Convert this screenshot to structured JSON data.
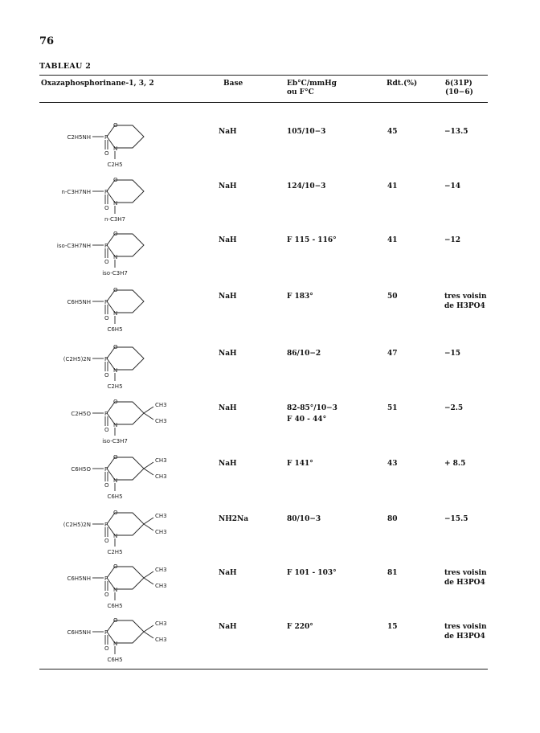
{
  "page_number": "76",
  "table_title": "TABLEAU 2",
  "headers": {
    "compound": "Oxazaphosphorinane-1, 3, 2",
    "base": "Base",
    "bp_line1": "Eb°C/mmHg",
    "bp_line2": "ou F°C",
    "yield": "Rdt.(%)",
    "shift_line1": "δ(31P)",
    "shift_line2": "(10−6)"
  },
  "rows": [
    {
      "exo": "C2H5NH",
      "n_sub": "C2H5",
      "ring_subs": [],
      "base": "NaH",
      "bp": [
        "105/10−3"
      ],
      "yield": "45",
      "shift": [
        "−13.5"
      ]
    },
    {
      "exo": "n-C3H7NH",
      "n_sub": "n-C3H7",
      "ring_subs": [],
      "base": "NaH",
      "bp": [
        "124/10−3"
      ],
      "yield": "41",
      "shift": [
        "−14"
      ]
    },
    {
      "exo": "iso-C3H7NH",
      "n_sub": "iso-C3H7",
      "ring_subs": [],
      "base": "NaH",
      "bp": [
        "F 115 - 116°"
      ],
      "yield": "41",
      "shift": [
        "−12"
      ]
    },
    {
      "exo": "C6H5NH",
      "n_sub": "C6H5",
      "ring_subs": [],
      "base": "NaH",
      "bp": [
        "F 183°"
      ],
      "yield": "50",
      "shift": [
        "tres voisin",
        "de H3PO4"
      ]
    },
    {
      "exo": "(C2H5)2N",
      "n_sub": "C2H5",
      "ring_subs": [],
      "base": "NaH",
      "bp": [
        "86/10−2"
      ],
      "yield": "47",
      "shift": [
        "−15"
      ]
    },
    {
      "exo": "C2H5O",
      "n_sub": "iso-C3H7",
      "ring_subs": [
        "CH3",
        "CH3"
      ],
      "base": "NaH",
      "bp": [
        "82-85°/10−3",
        "F 40 - 44°"
      ],
      "yield": "51",
      "shift": [
        "−2.5"
      ]
    },
    {
      "exo": "C6H5O",
      "n_sub": "C6H5",
      "ring_subs": [
        "CH3",
        "CH3"
      ],
      "base": "NaH",
      "bp": [
        "F 141°"
      ],
      "yield": "43",
      "shift": [
        "+ 8.5"
      ]
    },
    {
      "exo": "(C2H5)2N",
      "n_sub": "C2H5",
      "ring_subs": [
        "CH3",
        "CH3"
      ],
      "base": "NH2Na",
      "bp": [
        "80/10−3"
      ],
      "yield": "80",
      "shift": [
        "−15.5"
      ]
    },
    {
      "exo": "C6H5NH",
      "n_sub": "C6H5",
      "ring_subs": [
        "CH3",
        "CH3"
      ],
      "base": "NaH",
      "bp": [
        "F 101 - 103°"
      ],
      "yield": "81",
      "shift": [
        "tres voisin",
        "de H3PO4"
      ]
    },
    {
      "exo": "C6H5NH",
      "n_sub": "C6H5",
      "ring_subs": [
        "CH3",
        "CH3"
      ],
      "base": "NaH",
      "bp": [
        "F 220°"
      ],
      "yield": "15",
      "shift": [
        "tres voisin",
        "de H3PO4"
      ]
    }
  ]
}
